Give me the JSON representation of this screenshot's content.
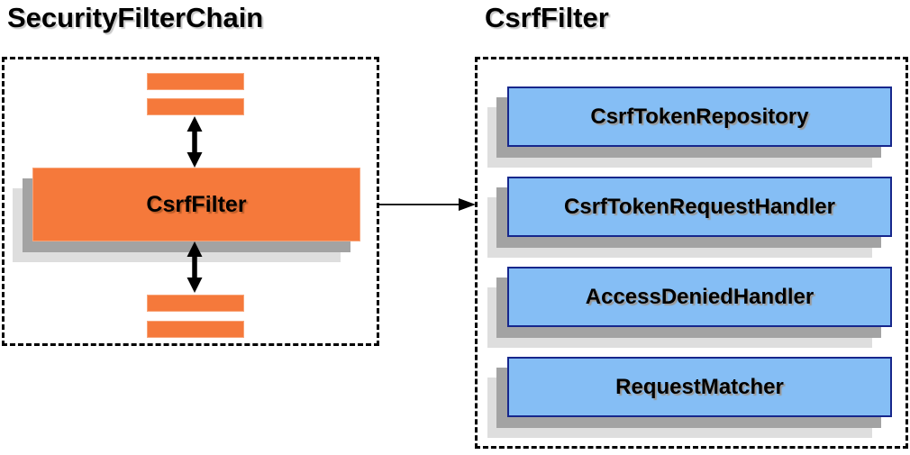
{
  "colors": {
    "orange": "#F5793B",
    "orange-border": "#F8A478",
    "blue-fill": "#85BEF5",
    "blue-border": "#17278C",
    "shadow-dark": "#A3A3A3",
    "shadow-light": "#DEDEDE",
    "line": "#000000"
  },
  "left_panel": {
    "title": "SecurityFilterChain",
    "filter_box_label": "CsrfFilter"
  },
  "right_panel": {
    "title": "CsrfFilter",
    "boxes": [
      {
        "label": "CsrfTokenRepository"
      },
      {
        "label": "CsrfTokenRequestHandler"
      },
      {
        "label": "AccessDeniedHandler"
      },
      {
        "label": "RequestMatcher"
      }
    ]
  },
  "icons": {
    "double-arrow-icon": "↕",
    "arrow-right-icon": "→"
  }
}
